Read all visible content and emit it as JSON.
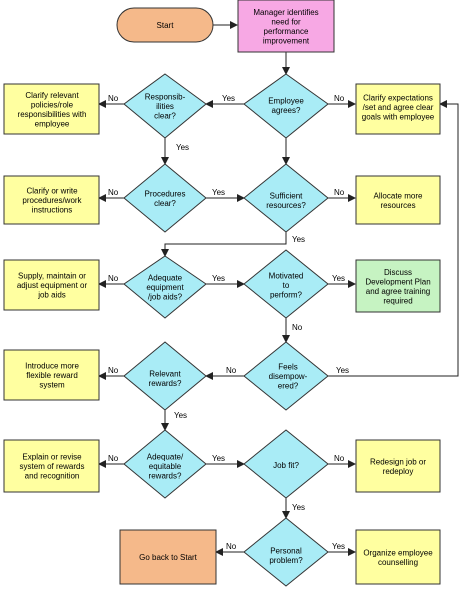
{
  "colors": {
    "start_fill": "#f5b98a",
    "manager_fill": "#f7a8e4",
    "decision_fill": "#a9ecf6",
    "action_fill": "#ffffa0",
    "discuss_fill": "#c6f3c2",
    "end_fill": "#f5b98a",
    "stroke": "#333333"
  },
  "nodes": {
    "start": [
      "Start"
    ],
    "manager": [
      "Manager identifies",
      "need for",
      "performance",
      "improvement"
    ],
    "employee_agrees": [
      "Employee",
      "agrees?"
    ],
    "responsibilities": [
      "Responsib-",
      "ilities",
      "clear?"
    ],
    "clarify_policies": [
      "Clarify relevant",
      "policies/role",
      "responsibilities with",
      "employee"
    ],
    "clarify_expectations": [
      "Clarify expectations",
      "/set and agree clear",
      "goals with employee"
    ],
    "procedures": [
      "Procedures",
      "clear?"
    ],
    "clarify_procedures": [
      "Clarify or write",
      "procedures/work",
      "instructions"
    ],
    "sufficient": [
      "Sufficient",
      "resources?"
    ],
    "allocate": [
      "Allocate more",
      "resources"
    ],
    "equipment": [
      "Adequate",
      "equipment",
      "/job aids?"
    ],
    "supply": [
      "Supply, maintain or",
      "adjust equipment or",
      "job aids"
    ],
    "motivated": [
      "Motivated",
      "to",
      "perform?"
    ],
    "discuss": [
      "Discuss",
      "Development Plan",
      "and agree training",
      "required"
    ],
    "feels": [
      "Feels",
      "disempow-",
      "ered?"
    ],
    "rewards": [
      "Relevant",
      "rewards?"
    ],
    "introduce": [
      "Introduce more",
      "flexible reward",
      "system"
    ],
    "equitable": [
      "Adequate/",
      "equitable",
      "rewards?"
    ],
    "explain": [
      "Explain or revise",
      "system of rewards",
      "and recognition"
    ],
    "jobfit": [
      "Job fit?"
    ],
    "redesign": [
      "Redesign job or",
      "redeploy"
    ],
    "personal": [
      "Personal",
      "problem?"
    ],
    "goback": [
      "Go back to Start"
    ],
    "organize": [
      "Organize employee",
      "counselling"
    ]
  },
  "edge_labels": {
    "resp_yes": "Yes",
    "agree_no": "No",
    "resp_no": "No",
    "resp_down_yes": "Yes",
    "proc_no": "No",
    "proc_yes": "Yes",
    "suff_no": "No",
    "suff_down_yes": "Yes",
    "equip_no": "No",
    "equip_yes": "Yes",
    "motiv_yes": "Yes",
    "motiv_down_no": "No",
    "feels_no": "No",
    "feels_yes": "Yes",
    "rew_no": "No",
    "rew_down_yes": "Yes",
    "eqt_no": "No",
    "eqt_yes": "Yes",
    "jobfit_no": "No",
    "jobfit_down_yes": "Yes",
    "pers_no": "No",
    "pers_yes": "Yes"
  }
}
